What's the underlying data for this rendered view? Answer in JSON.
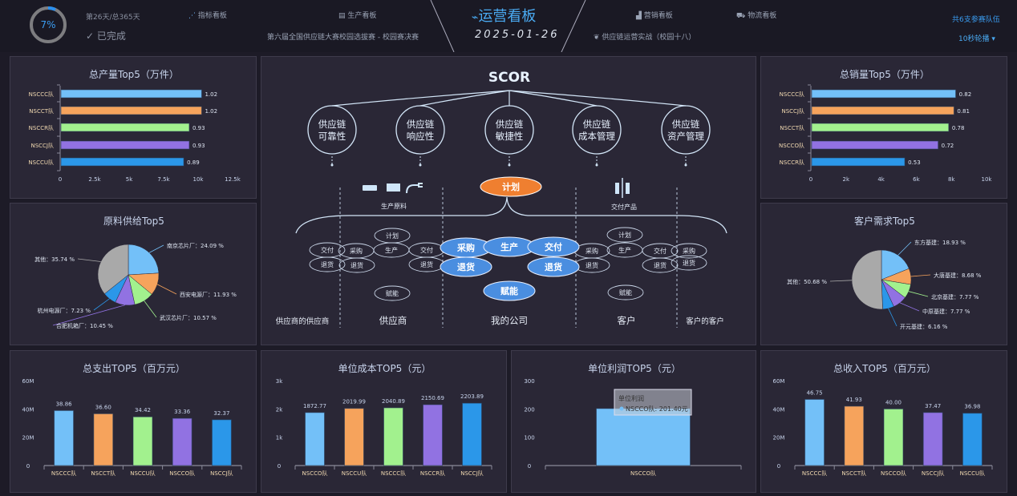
{
  "header": {
    "progress_percent": 7,
    "progress_label": "7%",
    "day_text": "第26天/总365天",
    "status": "已完成",
    "nav_left": [
      {
        "label": "指标看板",
        "icon": "scatter-chart-icon"
      },
      {
        "label": "生产看板",
        "icon": "document-icon"
      }
    ],
    "subtitle_left": "第六届全国供应链大赛校园选拔赛 - 校园赛决赛",
    "title": "运营看板",
    "date": "2025-01-26",
    "nav_right": [
      {
        "label": "营销看板",
        "icon": "bar-chart-icon"
      },
      {
        "label": "物流看板",
        "icon": "truck-icon"
      }
    ],
    "subtitle_right": "供应链运营实战（校园十八）",
    "team_count": "共6支参赛队伍",
    "rotation": "10秒轮播",
    "accent": "#3fa6f0"
  },
  "colors": [
    "#73c0f8",
    "#f6a35c",
    "#a2f18e",
    "#9172e2",
    "#2b97e9",
    "#a9a9a9"
  ],
  "chart_data": [
    {
      "id": "prod",
      "type": "bar",
      "orientation": "horizontal",
      "title": "总产量Top5（万件）",
      "categories": [
        "NSCCC队",
        "NSCCT队",
        "NSCCR队",
        "NSCCJ队",
        "NSCCU队"
      ],
      "values": [
        10200,
        10200,
        9300,
        9300,
        8900
      ],
      "labels": [
        "1.02",
        "1.02",
        "0.93",
        "0.93",
        "0.89"
      ],
      "ticks": [
        "0",
        "2.5k",
        "5k",
        "7.5k",
        "10k",
        "12.5k"
      ],
      "xlim": [
        0,
        12500
      ]
    },
    {
      "id": "sales",
      "type": "bar",
      "orientation": "horizontal",
      "title": "总销量Top5（万件）",
      "categories": [
        "NSCCC队",
        "NSCCJ队",
        "NSCCT队",
        "NSCCO队",
        "NSCCR队"
      ],
      "values": [
        8200,
        8100,
        7800,
        7200,
        5300
      ],
      "labels": [
        "0.82",
        "0.81",
        "0.78",
        "0.72",
        "0.53"
      ],
      "ticks": [
        "0",
        "2k",
        "4k",
        "6k",
        "8k",
        "10k"
      ],
      "xlim": [
        0,
        10000
      ]
    },
    {
      "id": "supply",
      "type": "pie",
      "title": "原料供给Top5",
      "slices": [
        {
          "name": "南京芯片厂",
          "value": 24.09,
          "label": "南京芯片厂：24.09 %"
        },
        {
          "name": "西安电源厂",
          "value": 11.93,
          "label": "西安电源厂：11.93 %"
        },
        {
          "name": "武汉芯片厂",
          "value": 10.57,
          "label": "武汉芯片厂：10.57 %"
        },
        {
          "name": "合肥机箱厂",
          "value": 10.45,
          "label": "合肥机箱厂：10.45 %"
        },
        {
          "name": "杭州电源厂",
          "value": 7.23,
          "label": "杭州电源厂：7.23 %"
        },
        {
          "name": "其他",
          "value": 35.74,
          "label": "其他：35.74 %"
        }
      ]
    },
    {
      "id": "demand",
      "type": "pie",
      "title": "客户需求Top5",
      "slices": [
        {
          "name": "东方基建",
          "value": 18.93,
          "label": "东方基建：18.93 %"
        },
        {
          "name": "大唐基建",
          "value": 8.68,
          "label": "大唐基建：8.68 %"
        },
        {
          "name": "北京基建",
          "value": 7.77,
          "label": "北京基建：7.77 %"
        },
        {
          "name": "中原基建",
          "value": 7.77,
          "label": "中原基建：7.77 %"
        },
        {
          "name": "开元基建",
          "value": 6.16,
          "label": "开元基建：6.16 %"
        },
        {
          "name": "其他",
          "value": 50.68,
          "label": "其他：50.68 %"
        }
      ]
    },
    {
      "id": "expense",
      "type": "bar",
      "title": "总支出TOP5（百万元）",
      "categories": [
        "NSCCC队",
        "NSCCT队",
        "NSCCU队",
        "NSCCO队",
        "NSCCJ队"
      ],
      "values": [
        38.86,
        36.6,
        34.42,
        33.36,
        32.37
      ],
      "labels": [
        "38.86",
        "36.60",
        "34.42",
        "33.36",
        "32.37"
      ],
      "ticks": [
        "0",
        "20M",
        "40M",
        "60M"
      ],
      "ylim": [
        0,
        60
      ]
    },
    {
      "id": "unitcost",
      "type": "bar",
      "title": "单位成本TOP5（元）",
      "categories": [
        "NSCCO队",
        "NSCCU队",
        "NSCCC队",
        "NSCCR队",
        "NSCCJ队"
      ],
      "values": [
        1872.77,
        2019.99,
        2040.89,
        2150.69,
        2203.89
      ],
      "labels": [
        "1872.77",
        "2019.99",
        "2040.89",
        "2150.69",
        "2203.89"
      ],
      "ticks": [
        "0",
        "1k",
        "2k",
        "3k"
      ],
      "ylim": [
        0,
        3000
      ]
    },
    {
      "id": "unitprofit",
      "type": "bar",
      "title": "单位利润TOP5（元）",
      "categories": [
        "NSCCO队"
      ],
      "values": [
        201.4
      ],
      "labels": [
        "201.40"
      ],
      "ticks": [
        "0",
        "100",
        "200",
        "300"
      ],
      "ylim": [
        0,
        300
      ],
      "tooltip": {
        "title": "单位利润",
        "text": "NSCCO队: 201.40元"
      }
    },
    {
      "id": "revenue",
      "type": "bar",
      "title": "总收入TOP5（百万元）",
      "categories": [
        "NSCCC队",
        "NSCCT队",
        "NSCCO队",
        "NSCCJ队",
        "NSCCU队"
      ],
      "values": [
        46.75,
        41.93,
        40.0,
        37.47,
        36.98
      ],
      "labels": [
        "46.75",
        "41.93",
        "40.00",
        "37.47",
        "36.98"
      ],
      "ticks": [
        "0",
        "20M",
        "40M",
        "60M"
      ],
      "ylim": [
        0,
        60
      ]
    }
  ],
  "scor": {
    "title": "SCOR",
    "attributes": [
      [
        "供应链",
        "可靠性"
      ],
      [
        "供应链",
        "响应性"
      ],
      [
        "供应链",
        "敏捷性"
      ],
      [
        "供应链",
        "成本管理"
      ],
      [
        "供应链",
        "资产管理"
      ]
    ],
    "plan": "计划",
    "raw_materials": "生产原料",
    "delivered_products": "交付产品",
    "columns": [
      "供应商的供应商",
      "供应商",
      "我的公司",
      "客户",
      "客户的客户"
    ],
    "processes": {
      "supplier_supplier": [
        "交付",
        "退货"
      ],
      "supplier": [
        "计划",
        "采购",
        "生产",
        "交付",
        "退货",
        "退货",
        "赋能"
      ],
      "company": [
        "采购",
        "生产",
        "交付",
        "退货",
        "退货",
        "赋能"
      ],
      "customer": [
        "计划",
        "采购",
        "生产",
        "交付",
        "退货",
        "退货",
        "赋能"
      ],
      "customer_customer": [
        "采购",
        "退货"
      ]
    },
    "plan_color": "#ef7f30",
    "company_color": "#4a8ee0"
  }
}
